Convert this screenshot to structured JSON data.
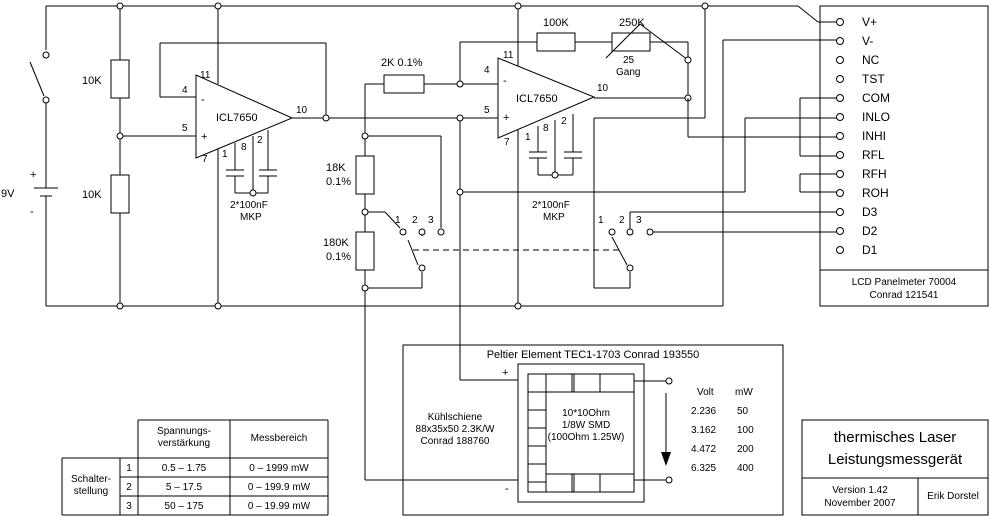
{
  "battery": {
    "voltage": "9V",
    "plus": "+",
    "minus": "-"
  },
  "divider": {
    "r_top": "10K",
    "r_bottom": "10K"
  },
  "opamp1": {
    "name": "ICL7650",
    "pin4": "4",
    "pin5": "5",
    "pin11": "11",
    "pin7": "7",
    "pin10": "10",
    "pin1": "1",
    "pin8": "8",
    "pin2": "2",
    "minus": "-",
    "plus": "+",
    "caps": "2*100nF",
    "caps_type": "MKP"
  },
  "opamp2": {
    "name": "ICL7650",
    "pin4": "4",
    "pin5": "5",
    "pin11": "11",
    "pin7": "7",
    "pin10": "10",
    "pin1": "1",
    "pin8": "8",
    "pin2": "2",
    "minus": "-",
    "plus": "+",
    "caps": "2*100nF",
    "caps_type": "MKP"
  },
  "resistors": {
    "r_input": "2K 0.1%",
    "r_fb_fixed": "100K",
    "r_fb_pot": "250K",
    "pot_gang_1": "25",
    "pot_gang_2": "Gang",
    "r18_1": "18K",
    "r18_2": "0.1%",
    "r180_1": "180K",
    "r180_2": "0.1%"
  },
  "switch1": {
    "p1": "1",
    "p2": "2",
    "p3": "3"
  },
  "switch2": {
    "p1": "1",
    "p2": "2",
    "p3": "3"
  },
  "meter": {
    "pins": [
      "V+",
      "V-",
      "NC",
      "TST",
      "COM",
      "INLO",
      "INHI",
      "RFL",
      "RFH",
      "ROH",
      "D3",
      "D2",
      "D1"
    ],
    "name": "LCD Panelmeter 70004",
    "order": "Conrad 121541"
  },
  "peltier": {
    "title": "Peltier Element TEC1-1703 Conrad 193550",
    "plus": "+",
    "minus": "-",
    "heatsink_1": "Kühlschiene",
    "heatsink_2": "88x35x50 2.3K/W",
    "heatsink_3": "Conrad 188760",
    "heater_1": "10*10Ohm",
    "heater_2": "1/8W SMD",
    "heater_3": "(100Ohm 1.25W)",
    "col_volt": "Volt",
    "col_mw": "mW",
    "rows": [
      {
        "volt": "2.236",
        "mw": "50"
      },
      {
        "volt": "3.162",
        "mw": "100"
      },
      {
        "volt": "4.472",
        "mw": "200"
      },
      {
        "volt": "6.325",
        "mw": "400"
      }
    ]
  },
  "table": {
    "header_gain_1": "Spannungs-",
    "header_gain_2": "verstärkung",
    "header_range": "Messbereich",
    "row_label_1": "Schalter-",
    "row_label_2": "stellung",
    "rows": [
      {
        "pos": "1",
        "gain": "0.5 – 1.75",
        "range": "0 – 1999 mW"
      },
      {
        "pos": "2",
        "gain": "5 – 17.5",
        "range": "0 – 199.9 mW"
      },
      {
        "pos": "3",
        "gain": "50 – 175",
        "range": "0 – 19.99 mW"
      }
    ]
  },
  "titleblock": {
    "title_1": "thermisches Laser",
    "title_2": "Leistungsmessgerät",
    "version": "Version 1.42",
    "date": "November 2007",
    "author": "Erik Dorstel"
  }
}
